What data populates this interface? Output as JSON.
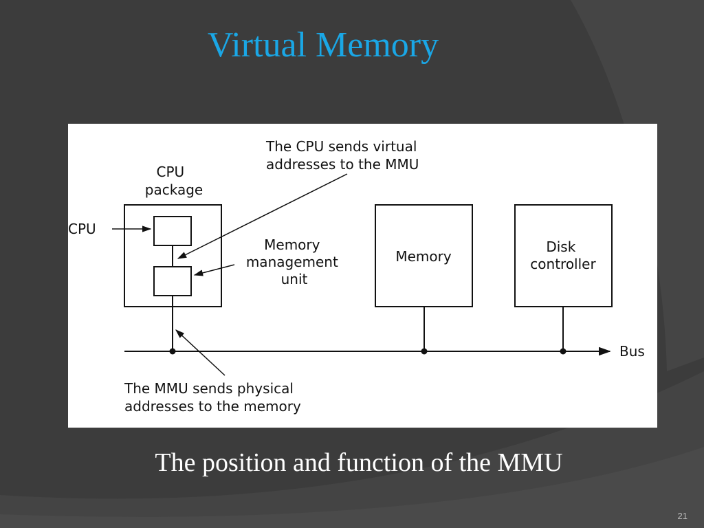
{
  "slide": {
    "title": "Virtual Memory",
    "caption": "The position and function of the MMU",
    "slide_number": "21"
  },
  "diagram": {
    "cpu_package_label": [
      "CPU",
      "package"
    ],
    "cpu_label": "CPU",
    "mmu_label": [
      "Memory",
      "management",
      "unit"
    ],
    "memory_label": "Memory",
    "disk_controller_label": [
      "Disk",
      "controller"
    ],
    "bus_label": "Bus",
    "cpu_to_mmu_note": [
      "The CPU sends virtual",
      "addresses to the MMU"
    ],
    "mmu_to_memory_note": [
      "The MMU sends physical",
      "addresses to the memory"
    ]
  },
  "colors": {
    "title": "#1aa7e6",
    "background": "#3c3c3c",
    "diagram_line": "#111111"
  }
}
